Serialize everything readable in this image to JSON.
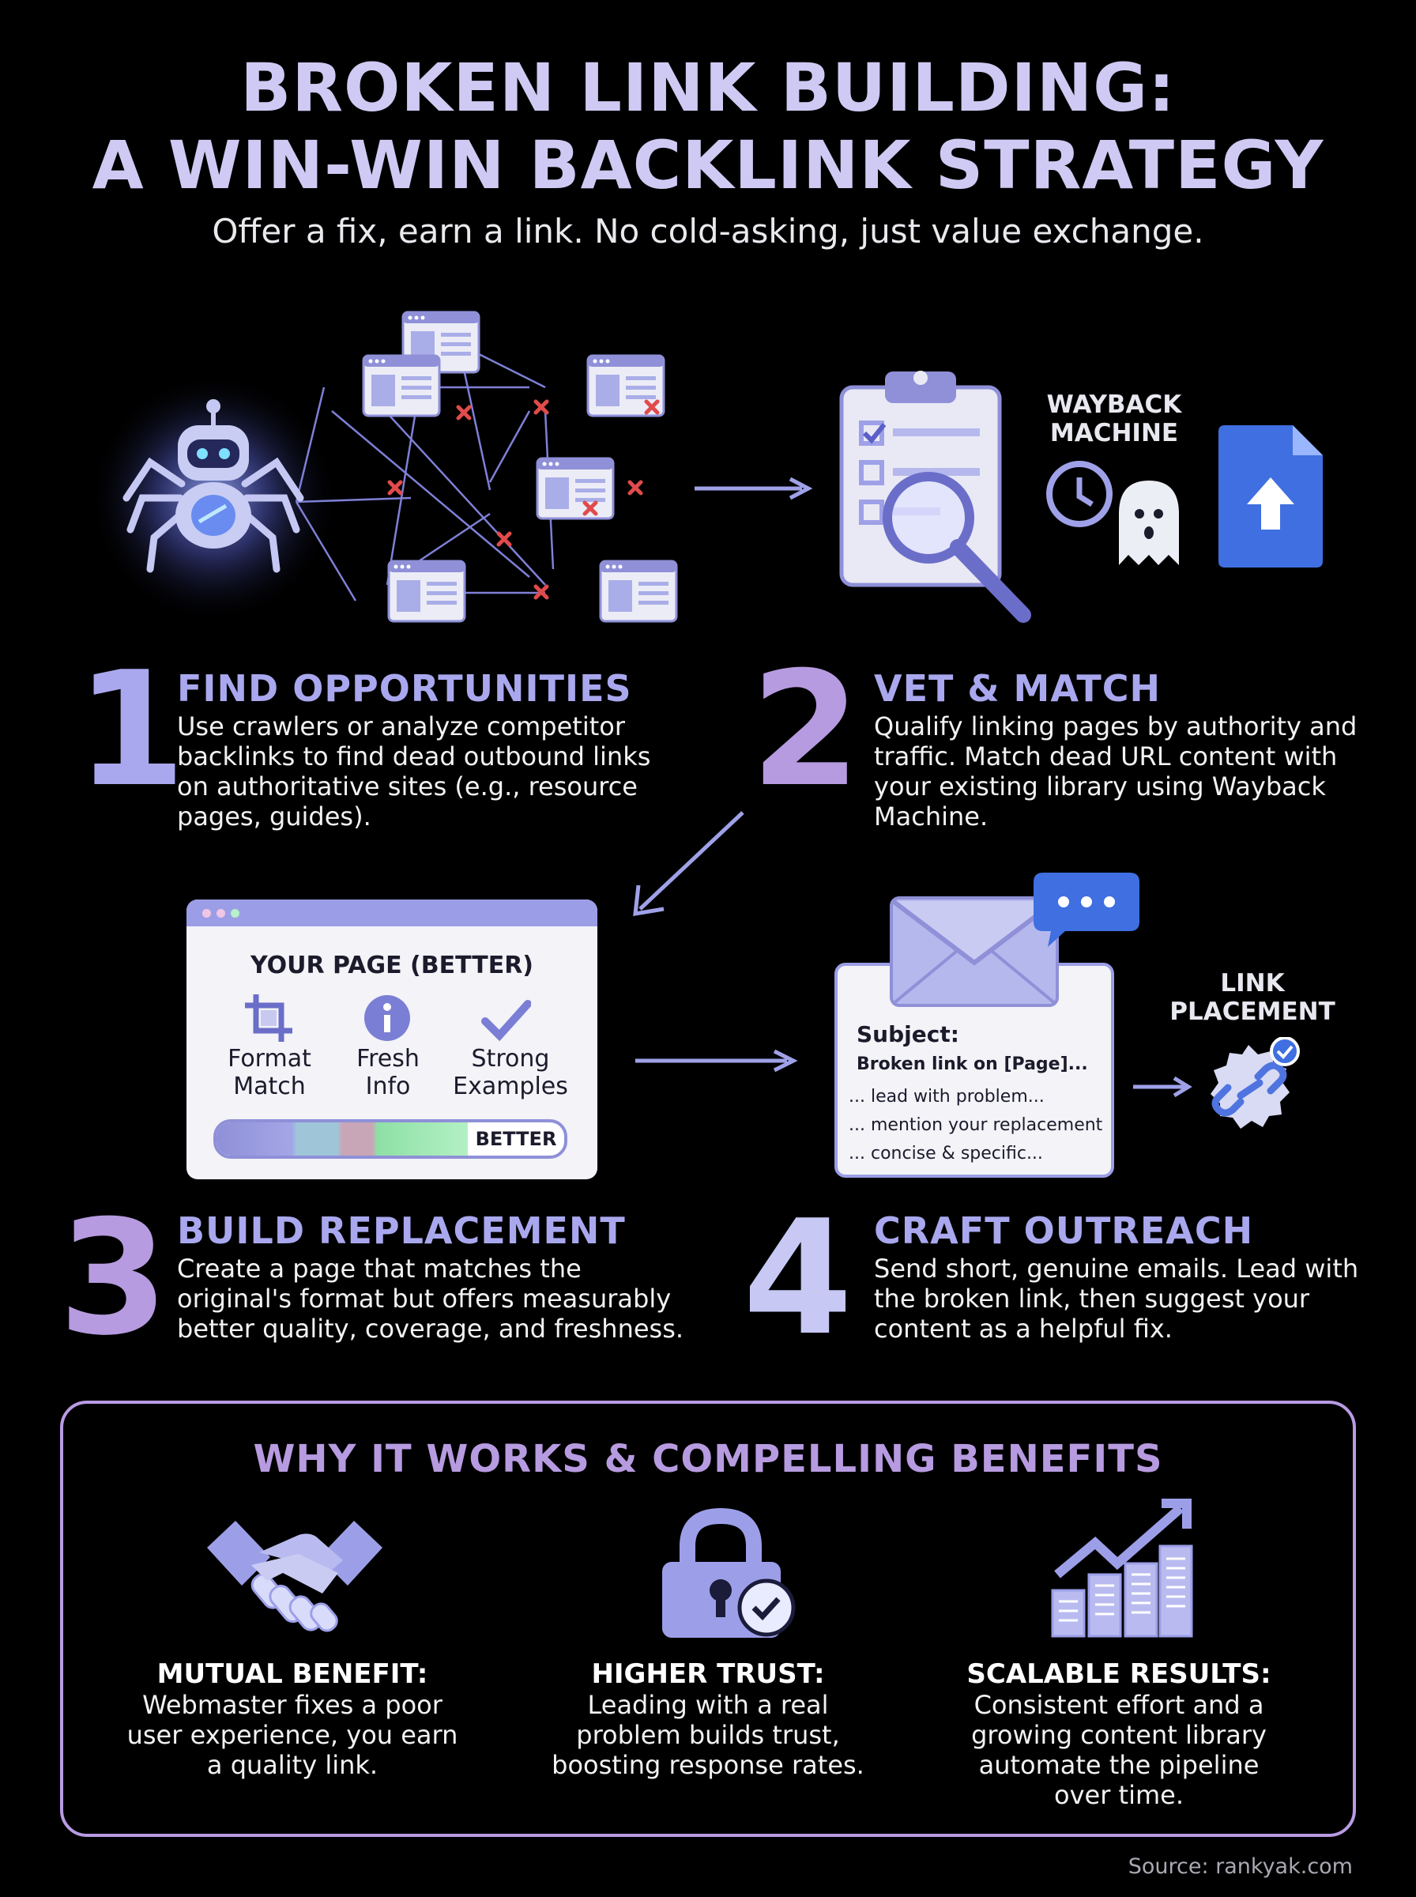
{
  "header": {
    "title_line1": "BROKEN LINK BUILDING:",
    "title_line2": "A WIN-WIN BACKLINK STRATEGY",
    "subtitle": "Offer a fix, earn a link. No cold-asking, just value exchange."
  },
  "illustration": {
    "wayback_label_line1": "WAYBACK",
    "wayback_label_line2": "MACHINE"
  },
  "steps": [
    {
      "number": "1",
      "heading": "FIND OPPORTUNITIES",
      "lines": [
        "Use crawlers or analyze competitor",
        "backlinks to find dead outbound links",
        "on authoritative sites (e.g., resource",
        "pages, guides)."
      ]
    },
    {
      "number": "2",
      "heading": "VET & MATCH",
      "lines": [
        "Qualify linking pages by authority and",
        "traffic. Match dead URL content with",
        "your existing library using Wayback",
        "Machine."
      ]
    },
    {
      "number": "3",
      "heading": "BUILD REPLACEMENT",
      "lines": [
        "Create a page that matches the",
        "original's format but offers measurably",
        "better quality, coverage, and freshness."
      ]
    },
    {
      "number": "4",
      "heading": "CRAFT OUTREACH",
      "lines": [
        "Send short, genuine emails. Lead with",
        "the broken link, then suggest your",
        "content as a helpful fix."
      ]
    }
  ],
  "page_card": {
    "title": "YOUR PAGE (BETTER)",
    "features": [
      {
        "icon": "crop-icon",
        "line1": "Format",
        "line2": "Match"
      },
      {
        "icon": "info-icon",
        "line1": "Fresh",
        "line2": "Info"
      },
      {
        "icon": "check-icon",
        "line1": "Strong",
        "line2": "Examples"
      }
    ],
    "bar_label": "BETTER"
  },
  "email_card": {
    "subject_label": "Subject:",
    "subject_line": "Broken link on [Page]...",
    "lines": [
      "... lead with problem...",
      "... mention your replacement",
      "... concise & specific..."
    ]
  },
  "link_placement": {
    "line1": "LINK",
    "line2": "PLACEMENT"
  },
  "benefits": {
    "heading": "WHY IT WORKS & COMPELLING BENEFITS",
    "items": [
      {
        "icon": "handshake-icon",
        "title": "MUTUAL BENEFIT:",
        "lines": [
          "Webmaster fixes a poor",
          "user experience, you earn",
          "a quality link."
        ]
      },
      {
        "icon": "lock-check-icon",
        "title": "HIGHER TRUST:",
        "lines": [
          "Leading with a real",
          "problem builds trust,",
          "boosting response rates."
        ]
      },
      {
        "icon": "growth-chart-icon",
        "title": "SCALABLE RESULTS:",
        "lines": [
          "Consistent effort and a",
          "growing content library",
          "automate the pipeline",
          "over time."
        ]
      }
    ]
  },
  "footer": {
    "source": "Source: rankyak.com"
  },
  "colors": {
    "accent_blue": "#a9a8ee",
    "accent_purple": "#b79be0",
    "broken_x": "#e04b4b",
    "card_bg": "#f3f3f8"
  }
}
